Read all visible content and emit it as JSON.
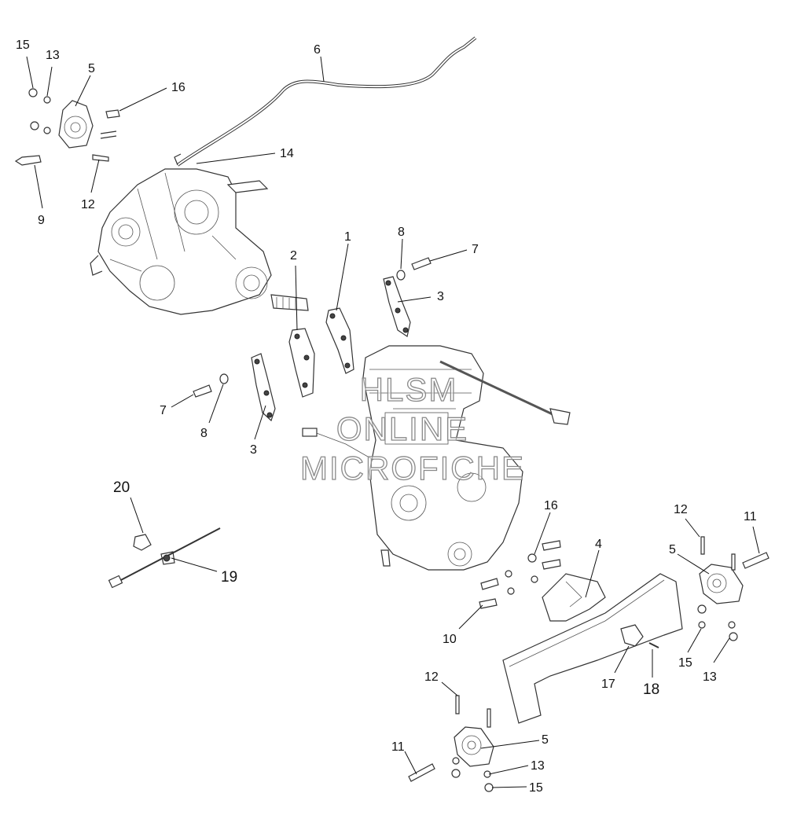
{
  "watermark": {
    "line1": "HLSM",
    "line2": "ONLINE",
    "line3": "MICROFICHE"
  },
  "callouts": [
    {
      "id": "c15a",
      "label": "15"
    },
    {
      "id": "c13a",
      "label": "13"
    },
    {
      "id": "c5a",
      "label": "5"
    },
    {
      "id": "c16a",
      "label": "16"
    },
    {
      "id": "c6",
      "label": "6"
    },
    {
      "id": "c14",
      "label": "14"
    },
    {
      "id": "c9",
      "label": "9"
    },
    {
      "id": "c12a",
      "label": "12"
    },
    {
      "id": "c1",
      "label": "1"
    },
    {
      "id": "c2",
      "label": "2"
    },
    {
      "id": "c8a",
      "label": "8"
    },
    {
      "id": "c7a",
      "label": "7"
    },
    {
      "id": "c3a",
      "label": "3"
    },
    {
      "id": "c7b",
      "label": "7"
    },
    {
      "id": "c8b",
      "label": "8"
    },
    {
      "id": "c3b",
      "label": "3"
    },
    {
      "id": "c20",
      "label": "20"
    },
    {
      "id": "c19",
      "label": "19"
    },
    {
      "id": "c16b",
      "label": "16"
    },
    {
      "id": "c4",
      "label": "4"
    },
    {
      "id": "c10",
      "label": "10"
    },
    {
      "id": "c12b",
      "label": "12"
    },
    {
      "id": "c11a",
      "label": "11"
    },
    {
      "id": "c5b",
      "label": "5"
    },
    {
      "id": "c15b",
      "label": "15"
    },
    {
      "id": "c13b",
      "label": "13"
    },
    {
      "id": "c17",
      "label": "17"
    },
    {
      "id": "c18",
      "label": "18"
    },
    {
      "id": "c12c",
      "label": "12"
    },
    {
      "id": "c11b",
      "label": "11"
    },
    {
      "id": "c5c",
      "label": "5"
    },
    {
      "id": "c13c",
      "label": "13"
    },
    {
      "id": "c15c",
      "label": "15"
    }
  ]
}
